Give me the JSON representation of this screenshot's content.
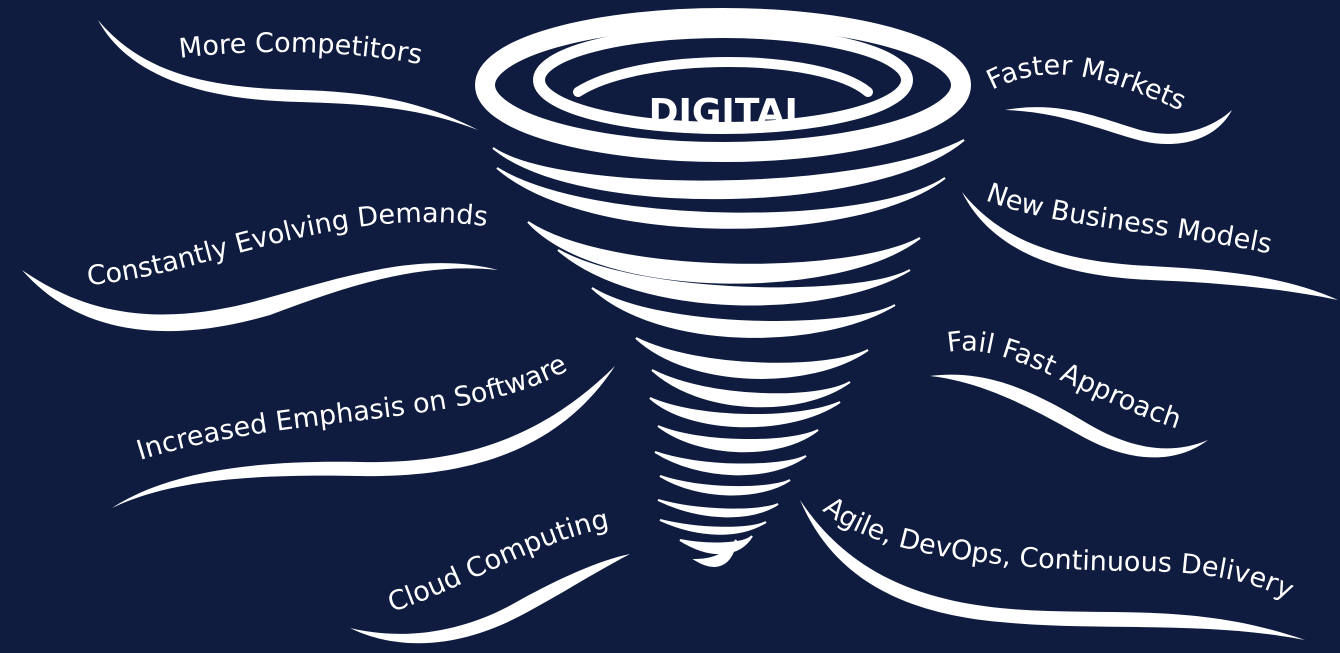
{
  "center_label": "DIGITAL",
  "forces": {
    "more_competitors": "More Competitors",
    "constantly_evolving": "Constantly Evolving Demands",
    "increased_emphasis": "Increased Emphasis on Software",
    "cloud_computing": "Cloud Computing",
    "faster_markets": "Faster Markets",
    "new_business_models": "New Business Models",
    "fail_fast": "Fail Fast Approach",
    "agile_devops": "Agile, DevOps, Continuous Delivery"
  },
  "colors": {
    "background": "#0f1c3f",
    "foreground": "#ffffff"
  },
  "icons": [
    "tornado-icon"
  ]
}
